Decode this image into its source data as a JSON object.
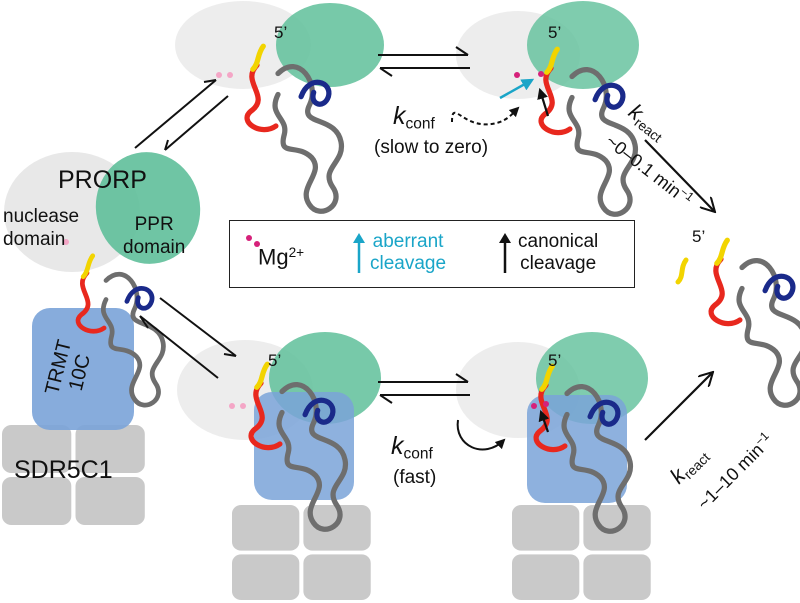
{
  "labels": {
    "prorp": "PRORP",
    "nuclease_l1": "nuclease",
    "nuclease_l2": "domain",
    "ppr_l1": "PPR",
    "ppr_l2": "domain",
    "trmt_l1": "TRMT",
    "trmt_l2": "10C",
    "sdr": "SDR5C1",
    "five_prime": "5’"
  },
  "rates": {
    "k_symbol": "k",
    "conf_sub": "conf",
    "react_sub": "react",
    "slow_note": "(slow to zero)",
    "fast_note": "(fast)",
    "slow_react_value": "~0–0.1 min",
    "fast_react_value": "~1–10 min",
    "unit_exponent": "−1"
  },
  "legend": {
    "mg": "Mg",
    "mg_charge": "2+",
    "aberrant_l1": "aberrant",
    "aberrant_l2": "cleavage",
    "canonical_l1": "canonical",
    "canonical_l2": "cleavage"
  },
  "colors": {
    "nuclease": "#e4e4e4",
    "ppr": "#5fbf9a",
    "trmt": "#7aa3d8",
    "sdr": "#c9c9c9",
    "trna_grey": "#6e6e6e",
    "trna_red": "#e8281e",
    "trna_yellow": "#f2d400",
    "trna_blue": "#1a2a8a",
    "mg": "#d6217a",
    "aberrant": "#1aa5c8",
    "canonical": "#111111"
  }
}
